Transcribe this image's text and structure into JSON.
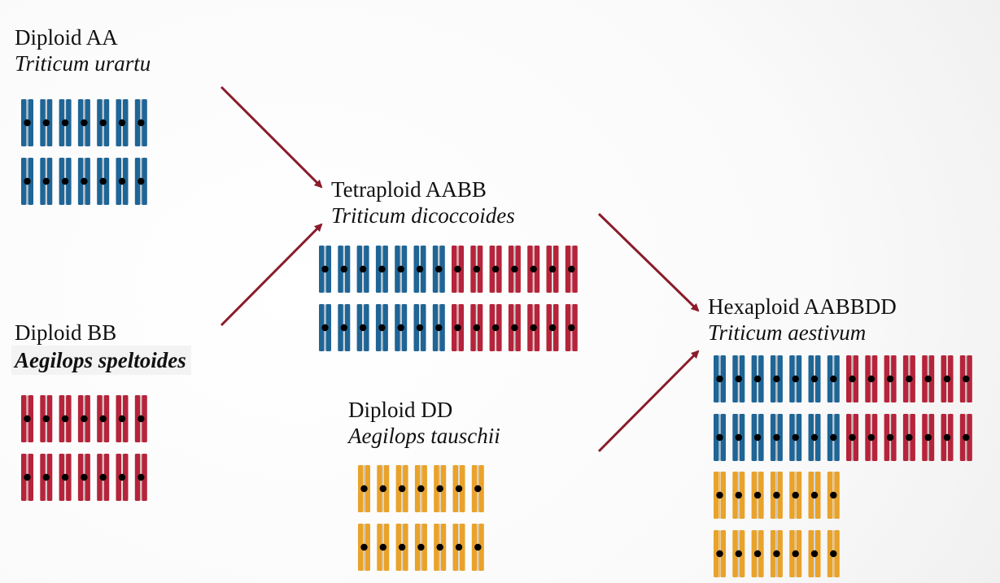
{
  "colors": {
    "A": "#1f6596",
    "B": "#b5243a",
    "D": "#e9a22a",
    "arrow": "#8a1c2b",
    "centromere": "#000000"
  },
  "groups": {
    "aa": {
      "ploidy": "Diploid AA",
      "species": "Triticum urartu",
      "chromosomes": {
        "A": 14
      }
    },
    "bb": {
      "ploidy": "Diploid BB",
      "species": "Aegilops speltoides",
      "chromosomes": {
        "B": 14
      }
    },
    "dd": {
      "ploidy": "Diploid DD",
      "species": "Aegilops tauschii",
      "chromosomes": {
        "D": 14
      }
    },
    "aabb": {
      "ploidy": "Tetraploid AABB",
      "species": "Triticum dicoccoides",
      "chromosomes": {
        "A": 14,
        "B": 14
      }
    },
    "aabbdd": {
      "ploidy": "Hexaploid AABBDD",
      "species": "Triticum aestivum",
      "chromosomes": {
        "A": 14,
        "B": 14,
        "D": 14
      }
    }
  },
  "arrows": [
    {
      "from": "aa",
      "to": "aabb"
    },
    {
      "from": "bb",
      "to": "aabb"
    },
    {
      "from": "aabb",
      "to": "aabbdd"
    },
    {
      "from": "dd",
      "to": "aabbdd"
    }
  ]
}
